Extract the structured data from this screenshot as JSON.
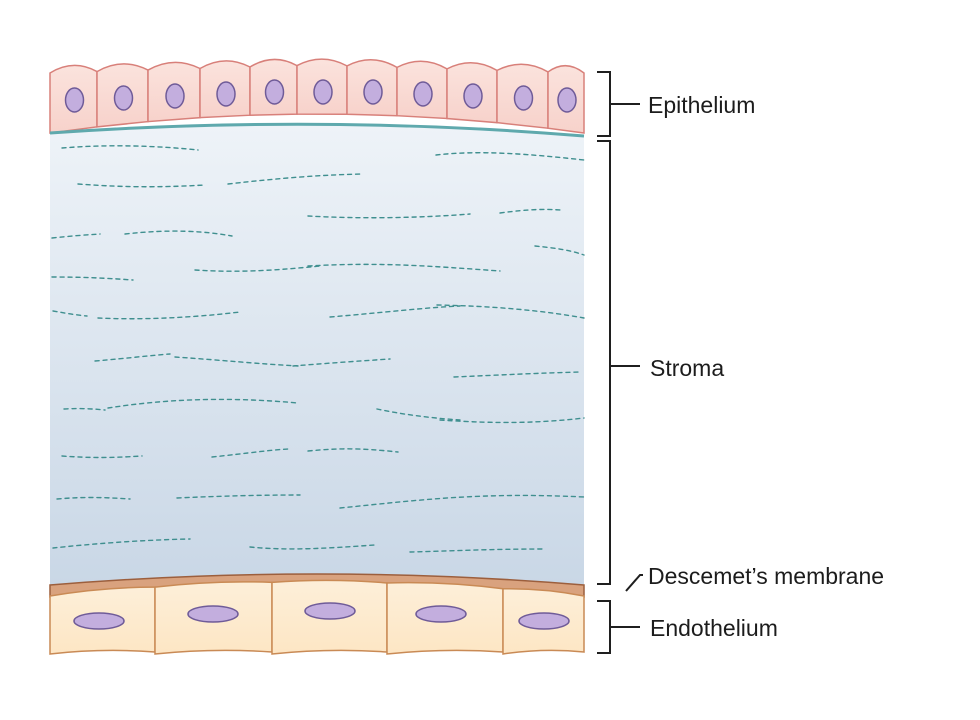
{
  "labels": {
    "epithelium": "Epithelium",
    "stroma": "Stroma",
    "descemet": "Descemet’s membrane",
    "endothelium": "Endothelium"
  },
  "colors": {
    "epithelium_cell_fill": "#f7d2cb",
    "epithelium_cell_stroke": "#d8807a",
    "nucleus_fill": "#c3aede",
    "nucleus_stroke": "#6f5b98",
    "stroma_top": "#eef3f8",
    "stroma_bottom": "#c9d7e6",
    "fiber": "#3f8f8f",
    "basement": "#5fa9ad",
    "descemet_fill": "#d9a27e",
    "descemet_stroke": "#9c5f3d",
    "endothelium_cell_fill": "#fde6c4",
    "endothelium_cell_stroke": "#c98a55"
  }
}
